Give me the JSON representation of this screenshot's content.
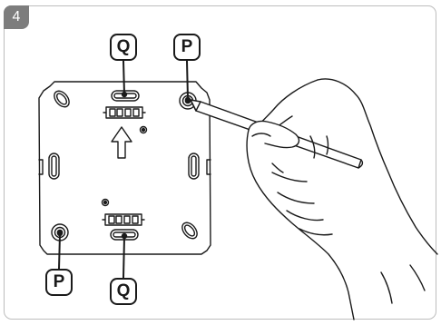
{
  "step": {
    "number": "4"
  },
  "callouts": {
    "q_top": "Q",
    "p_top": "P",
    "p_bottom": "P",
    "q_bottom": "Q"
  },
  "colors": {
    "line": "#1a1a1a",
    "border": "#bdbdbd",
    "badge": "#7d7d7d"
  },
  "icons": {
    "arrow": "up-arrow-icon",
    "hand": "hand-holding-pencil"
  }
}
